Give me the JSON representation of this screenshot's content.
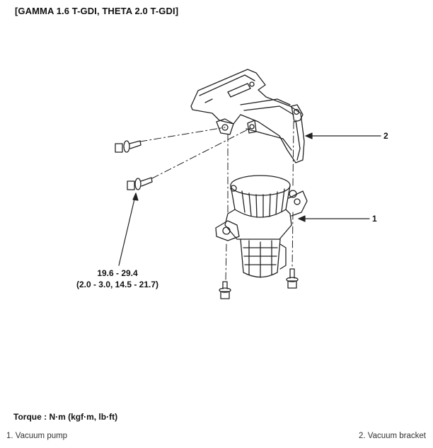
{
  "header": {
    "title": "[GAMMA 1.6 T-GDI, THETA 2.0 T-GDI]"
  },
  "callouts": {
    "bracket": "2",
    "pump": "1"
  },
  "torque_spec": {
    "value": "19.6 - 29.4",
    "alt": "(2.0 - 3.0,  14.5 - 21.7)"
  },
  "footer": {
    "torque_label": "Torque : N·m (kgf·m, lb·ft)",
    "legend_1": "1. Vacuum pump",
    "legend_2": "2. Vacuum bracket"
  }
}
